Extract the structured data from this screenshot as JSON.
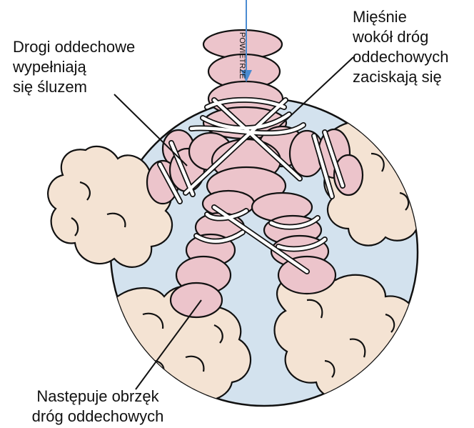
{
  "air_label": "POWIETRZE",
  "labels": {
    "mucus": [
      "Drogi oddechowe",
      "wypełniają",
      "się śluzem"
    ],
    "muscles": [
      "Mięśnie",
      "wokół dróg",
      "oddechowych",
      "zaciskają się"
    ],
    "swelling": [
      "Następuje obrzęk",
      "dróg oddechowych"
    ]
  },
  "colors": {
    "background_circle": "#d3e2ee",
    "airway": "#ecc4cb",
    "alveoli": "#f4e3d3",
    "outline": "#111111",
    "arrow": "#4a8bd1"
  },
  "icons": [
    "airflow-arrow-icon"
  ]
}
